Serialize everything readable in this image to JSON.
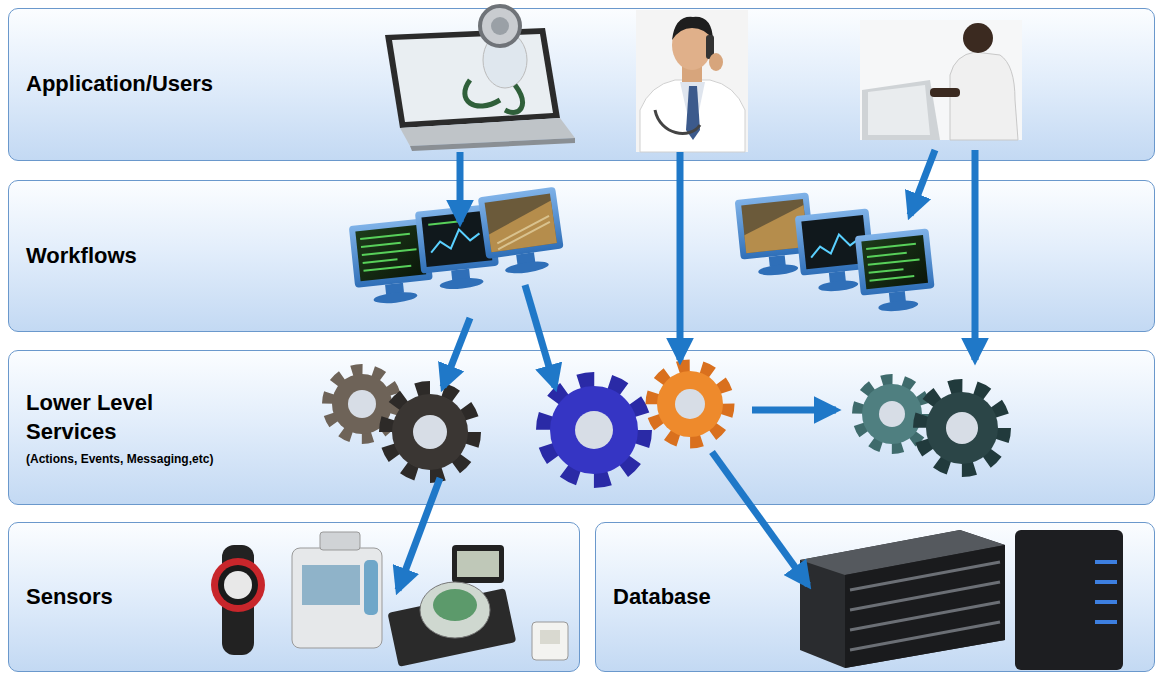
{
  "diagram": {
    "nodes": [
      {
        "text": [
          "Application/Users"
        ]
      },
      {
        "text": [
          "Workflows"
        ]
      },
      {
        "text": [
          "Lower Level Services",
          "(Actions, Events, Messaging,etc)"
        ]
      },
      {
        "text": [
          "Sensors"
        ]
      },
      {
        "text": [
          "Database"
        ]
      }
    ],
    "edges": [
      {
        "from": 0,
        "to": 1,
        "arrow": "to"
      },
      {
        "from": 0,
        "to": 2,
        "arrow": "to"
      },
      {
        "from": 0,
        "to": 1,
        "arrow": "to"
      },
      {
        "from": 0,
        "to": 2,
        "arrow": "to"
      },
      {
        "from": 1,
        "to": 2,
        "arrow": "to"
      },
      {
        "from": 1,
        "to": 2,
        "arrow": "to"
      },
      {
        "from": 2,
        "to": 3,
        "arrow": "to"
      },
      {
        "from": 2,
        "to": 4,
        "arrow": "to"
      }
    ]
  }
}
